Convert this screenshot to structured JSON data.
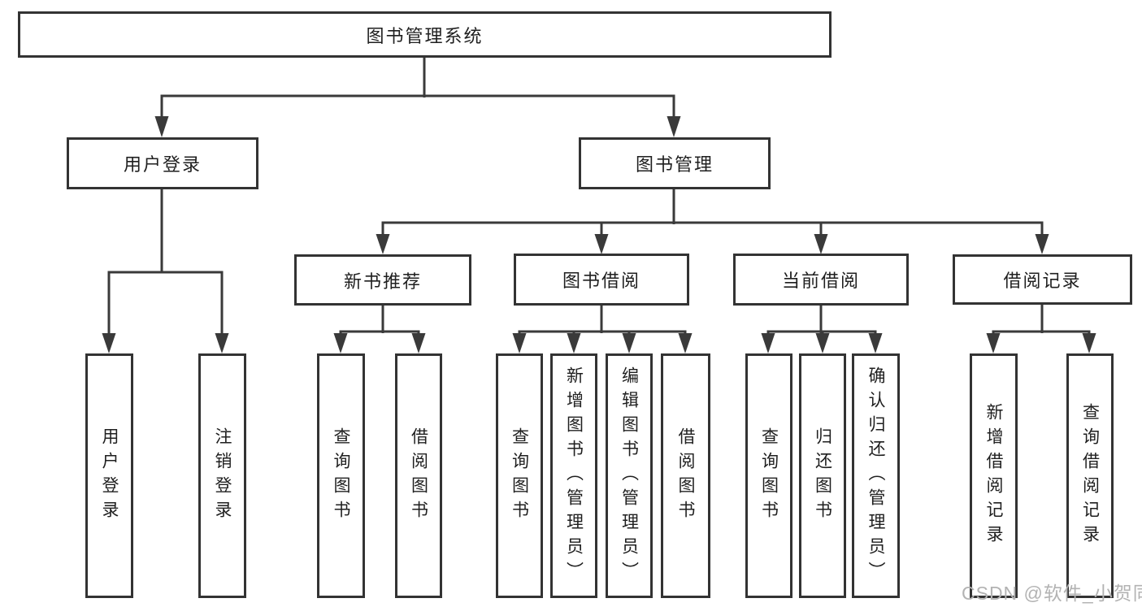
{
  "diagram": {
    "root": {
      "label": "图书管理系统"
    },
    "branches": [
      {
        "label": "用户登录",
        "children": [
          {
            "label": "用户登录"
          },
          {
            "label": "注销登录"
          }
        ]
      },
      {
        "label": "图书管理",
        "children": [
          {
            "label": "新书推荐",
            "children": [
              {
                "label": "查询图书"
              },
              {
                "label": "借阅图书"
              }
            ]
          },
          {
            "label": "图书借阅",
            "children": [
              {
                "label": "查询图书"
              },
              {
                "label": "新增图书（管理员）"
              },
              {
                "label": "编辑图书（管理员）"
              },
              {
                "label": "借阅图书"
              }
            ]
          },
          {
            "label": "当前借阅",
            "children": [
              {
                "label": "查询图书"
              },
              {
                "label": "归还图书"
              },
              {
                "label": "确认归还（管理员）"
              }
            ]
          },
          {
            "label": "借阅记录",
            "children": [
              {
                "label": "新增借阅记录"
              },
              {
                "label": "查询借阅记录"
              }
            ]
          }
        ]
      }
    ]
  },
  "watermark": {
    "text": "CSDN @软件_小贺同学"
  },
  "colors": {
    "line": "#3a3a3a",
    "border": "#333333",
    "fill": "#ffffff",
    "text": "#1f1f1f",
    "watermark": "#b3b3b3"
  }
}
